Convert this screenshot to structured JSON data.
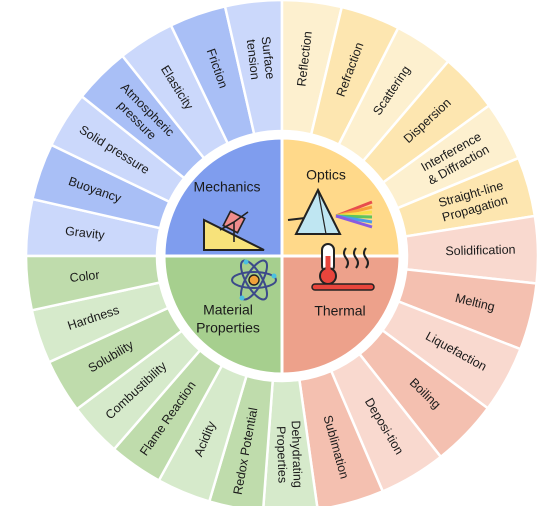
{
  "categories": [
    {
      "id": "mechanics",
      "label_lines": [
        "Mechanics"
      ],
      "icon": "inclined-plane-icon",
      "inner_color": "#7f9dee",
      "outer_color": "#cbd8fb",
      "outer_color_alt": "#a9bff6",
      "items": [
        {
          "lines": [
            "Gravity"
          ]
        },
        {
          "lines": [
            "Buoyancy"
          ]
        },
        {
          "lines": [
            "Solid pressure"
          ]
        },
        {
          "lines": [
            "Atmospheric",
            "pressure"
          ]
        },
        {
          "lines": [
            "Elasticity"
          ]
        },
        {
          "lines": [
            "Friction"
          ]
        },
        {
          "lines": [
            "Surface",
            "tension"
          ]
        }
      ]
    },
    {
      "id": "optics",
      "label_lines": [
        "Optics"
      ],
      "icon": "prism-icon",
      "inner_color": "#ffd98a",
      "outer_color": "#fdf0cf",
      "outer_color_alt": "#fde6b0",
      "items": [
        {
          "lines": [
            "Reflection"
          ]
        },
        {
          "lines": [
            "Refraction"
          ]
        },
        {
          "lines": [
            "Scattering"
          ]
        },
        {
          "lines": [
            "Dispersion"
          ]
        },
        {
          "lines": [
            "Interference",
            "& Diffraction"
          ]
        },
        {
          "lines": [
            "Straight-line",
            "Propagation"
          ]
        }
      ]
    },
    {
      "id": "thermal",
      "label_lines": [
        "Thermal"
      ],
      "icon": "thermometer-icon",
      "inner_color": "#eda18b",
      "outer_color": "#f9d9cf",
      "outer_color_alt": "#f4c0b0",
      "items": [
        {
          "lines": [
            "Solidification"
          ]
        },
        {
          "lines": [
            "Melting"
          ]
        },
        {
          "lines": [
            "Liquefaction"
          ]
        },
        {
          "lines": [
            "Boiling"
          ]
        },
        {
          "lines": [
            "Deposi-tion"
          ]
        },
        {
          "lines": [
            "Sublimation"
          ]
        }
      ]
    },
    {
      "id": "material",
      "label_lines": [
        "Material",
        "Properties"
      ],
      "icon": "atom-icon",
      "inner_color": "#a6cf8e",
      "outer_color": "#d6eacb",
      "outer_color_alt": "#bfdcac",
      "items": [
        {
          "lines": [
            "Dehydrating",
            "Properties"
          ]
        },
        {
          "lines": [
            "Redox Potential"
          ]
        },
        {
          "lines": [
            "Acidity"
          ]
        },
        {
          "lines": [
            "Flame Reaction"
          ]
        },
        {
          "lines": [
            "Combustibility"
          ]
        },
        {
          "lines": [
            "Solubility"
          ]
        },
        {
          "lines": [
            "Hardness"
          ]
        },
        {
          "lines": [
            "Color"
          ]
        }
      ]
    }
  ]
}
